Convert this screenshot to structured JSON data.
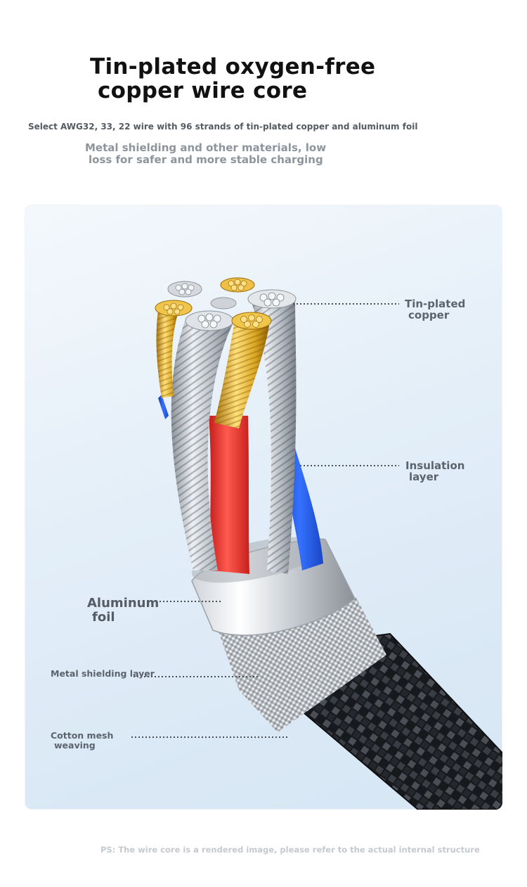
{
  "heading": {
    "line1": "Tin-plated oxygen-free",
    "line2": "copper wire core"
  },
  "subtitle": "Select AWG32, 33, 22 wire with 96 strands of tin-plated copper and aluminum foil",
  "description": {
    "line1": "Metal shielding and other materials, low",
    "line2": "loss for safer and more stable charging"
  },
  "callouts": {
    "tin_plated_copper": {
      "line1": "Tin-plated",
      "line2": "copper"
    },
    "insulation_layer": {
      "line1": "Insulation",
      "line2": "layer"
    },
    "aluminum_foil": {
      "line1": "Aluminum",
      "line2": "foil"
    },
    "metal_shielding_layer": "Metal shielding layer",
    "cotton_mesh_weaving": {
      "line1": "Cotton mesh",
      "line2": "weaving"
    }
  },
  "footnote": "PS: The wire core is a rendered image, please refer to the actual internal structure",
  "colors": {
    "red_insulation": "#e8302c",
    "blue_insulation": "#1f55d8",
    "gold_strands": "#d9a521",
    "silver_strands": "#c9cdd2",
    "braid": "#1e2024"
  }
}
